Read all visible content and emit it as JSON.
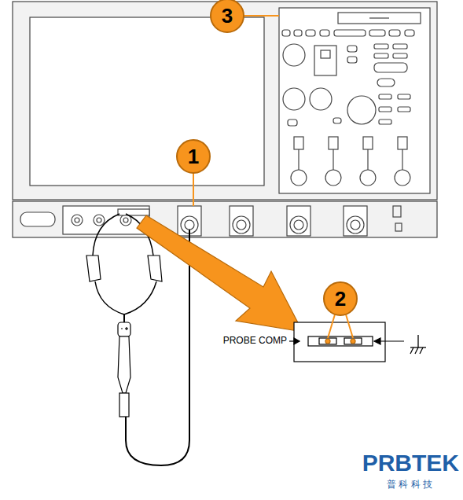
{
  "diagram": {
    "nodes": [
      {
        "text": [
          "3"
        ]
      },
      {
        "text": [
          "1"
        ]
      },
      {
        "text": [
          "2"
        ]
      }
    ],
    "labels": [
      "PROBE COMP",
      "PRBTEK",
      "普 科 科 技"
    ]
  }
}
